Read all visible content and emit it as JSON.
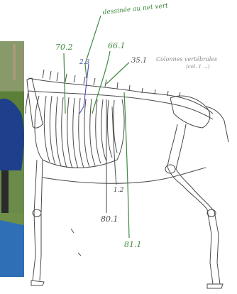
{
  "title": "Schéma d'un squelette de bovin avec numéros d'inventaire",
  "annotations": {
    "top_note": "dessinée au net vert",
    "left_upper": "70.2",
    "center_blue": "2.3",
    "center_upper": "66.1",
    "right_upper": "35.1",
    "right_note": "Colonnes vertébrales",
    "right_note_2": "(col. 1 ...)",
    "mid_small": "1.2",
    "lower_mid": "80.1",
    "lower_right": "81.1"
  },
  "colors": {
    "green_ink": "#3f8a3f",
    "pencil": "#4a4a4a",
    "blue_ink": "#4b4bb8",
    "jacket": "#1e3f8c",
    "tarp": "#2e6fb5",
    "grass": "#5b7f36"
  }
}
